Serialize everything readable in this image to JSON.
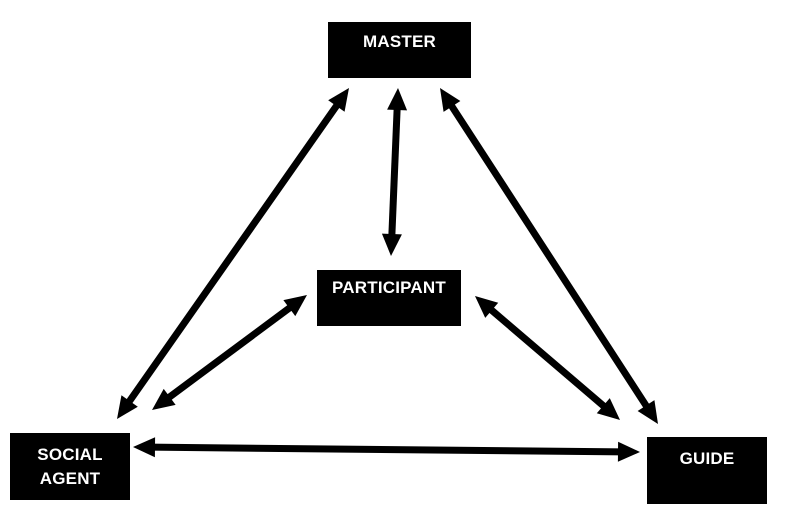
{
  "nodes": {
    "master": {
      "label": "MASTER"
    },
    "participant": {
      "label": "PARTICIPANT"
    },
    "social_agent": {
      "label": "SOCIAL\nAGENT"
    },
    "guide": {
      "label": "GUIDE"
    }
  },
  "connections": [
    {
      "from": "master",
      "to": "social_agent",
      "direction": "bidirectional"
    },
    {
      "from": "master",
      "to": "participant",
      "direction": "bidirectional"
    },
    {
      "from": "master",
      "to": "guide",
      "direction": "bidirectional"
    },
    {
      "from": "participant",
      "to": "social_agent",
      "direction": "bidirectional"
    },
    {
      "from": "participant",
      "to": "guide",
      "direction": "bidirectional"
    },
    {
      "from": "social_agent",
      "to": "guide",
      "direction": "bidirectional"
    }
  ],
  "colors": {
    "node_fill": "#000000",
    "node_text": "#ffffff",
    "arrow": "#000000",
    "background": "#ffffff"
  }
}
